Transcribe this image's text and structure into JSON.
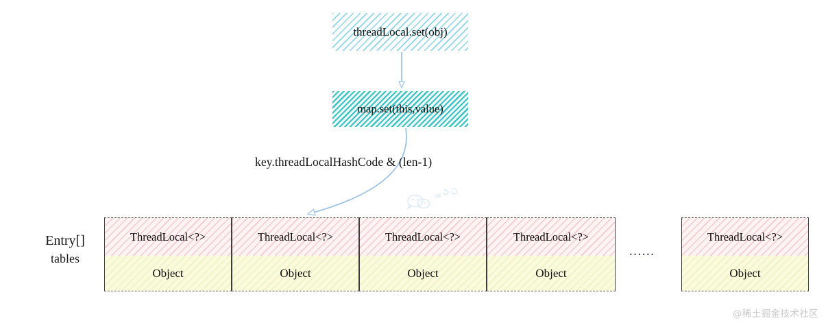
{
  "diagram": {
    "title": "ThreadLocal set flow to Entry[] table",
    "colors": {
      "cyan_hatch_light": "#78cde1",
      "cyan_hatch_dark": "#36bebe",
      "pink_hatch": "#e9a8ac",
      "yellow_fill": "#fafbdd",
      "arrow_blue": "#9dc3e6",
      "cell_border": "#3d3d3d",
      "watermark_gray": "#c9c9c9"
    },
    "steps": [
      {
        "id": "step-1",
        "label": "threadLocal.set(obj)"
      },
      {
        "id": "step-2",
        "label": "map.set(this,value)"
      }
    ],
    "edge_label": "key.threadLocalHashCode & (len-1)",
    "table": {
      "label_line1": "Entry[]",
      "label_line2": "tables",
      "ellipsis": "......",
      "cells": [
        {
          "key": "ThreadLocal<?>",
          "value": "Object"
        },
        {
          "key": "ThreadLocal<?>",
          "value": "Object"
        },
        {
          "key": "ThreadLocal<?>",
          "value": "Object"
        },
        {
          "key": "ThreadLocal<?>",
          "value": "Object"
        },
        {
          "key": "ThreadLocal<?>",
          "value": "Object"
        }
      ]
    },
    "watermark": {
      "corner_text": "@稀土掘金技术社区",
      "center_icon": "wechat-bubbles-icon"
    }
  }
}
